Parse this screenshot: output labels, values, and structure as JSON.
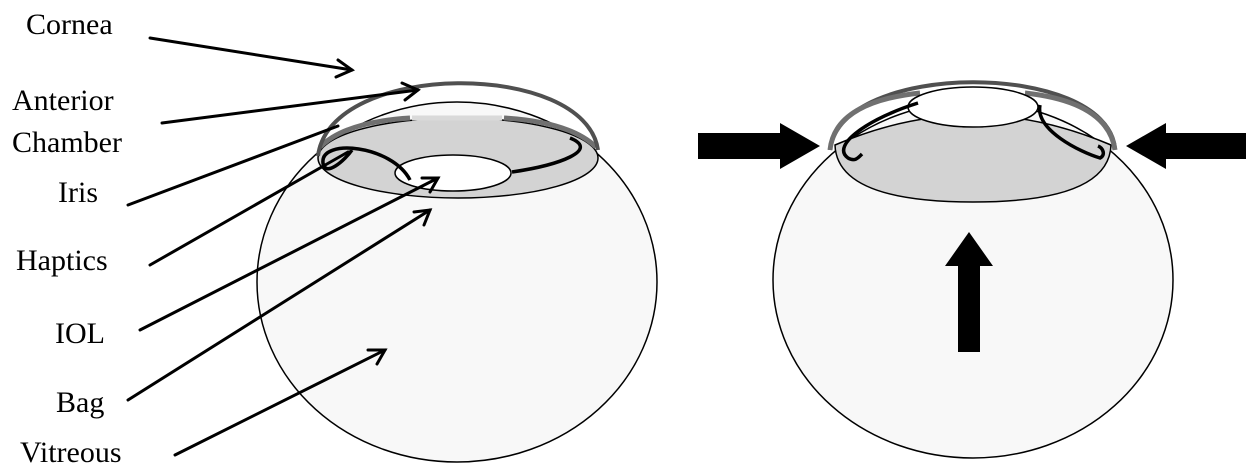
{
  "labels": {
    "cornea": "Cornea",
    "anterior_line1": "Anterior",
    "anterior_line2": "Chamber",
    "iris": "Iris",
    "haptics": "Haptics",
    "iol": "IOL",
    "bag": "Bag",
    "vitreous": "Vitreous"
  },
  "colors": {
    "background": "#ffffff",
    "globe_fill": "#f8f8f8",
    "outline": "#000000",
    "iris_fill": "#d3d3d3",
    "iris_band": "#707070",
    "cornea_stroke": "#505050",
    "arrow": "#000000"
  }
}
